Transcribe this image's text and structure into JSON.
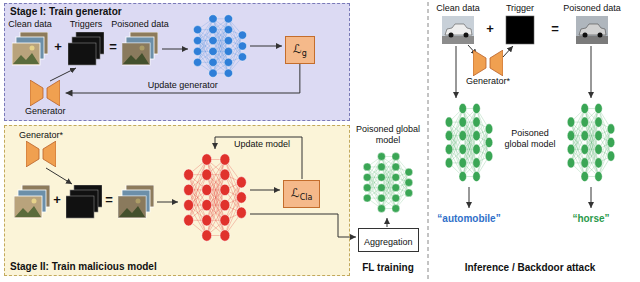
{
  "diagram": {
    "nodes": [
      {
        "text": [
          "Stage I: Train generator"
        ]
      },
      {
        "text": [
          "ℒ",
          "g"
        ],
        "in": 0
      },
      {
        "text": [
          "Generator"
        ],
        "in": 0
      },
      {
        "text": [
          "Stage II: Train malicious model"
        ]
      },
      {
        "text": [
          "Generator*"
        ],
        "in": 3
      },
      {
        "text": [
          "ℒ",
          "Cla"
        ],
        "in": 3
      },
      {
        "text": [
          "Aggregation"
        ]
      },
      {
        "text": [
          "Generator*"
        ]
      }
    ],
    "edges": [
      {
        "from": 1,
        "to": 2,
        "arrow": "to",
        "label": "Update generator"
      }
    ],
    "labels": [
      "Clean data",
      "+",
      "Triggers",
      "=",
      "Poisoned data",
      "+",
      "=",
      "Update model",
      "Poisoned global model",
      "FL training",
      "Inference / Backdoor attack",
      "Clean data",
      "+",
      "Trigger",
      "=",
      "Poisoned data",
      "Poisoned global model",
      "“automobile”",
      "“horse”"
    ]
  }
}
